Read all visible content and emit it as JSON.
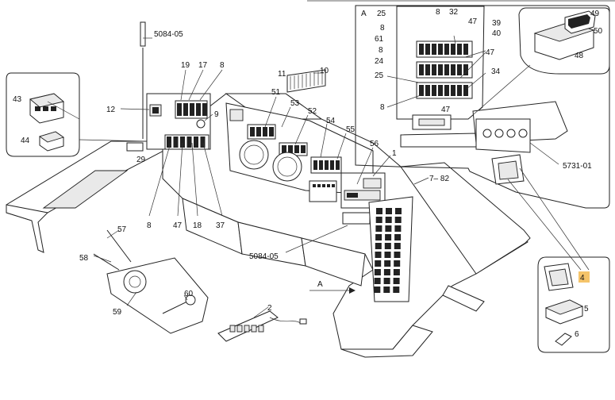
{
  "diagram": {
    "highlight_color": "#f5c46a",
    "callouts": {
      "c5084_top": "5084-05",
      "c12": "12",
      "c19": "19",
      "c17": "17",
      "c8_a": "8",
      "c9": "9",
      "c29": "29",
      "c43": "43",
      "c44": "44",
      "c8_b": "8",
      "c47_a": "47",
      "c18": "18",
      "c37": "37",
      "c11": "11",
      "c10": "10",
      "c51": "51",
      "c53": "53",
      "c52": "52",
      "c54": "54",
      "c55": "55",
      "c56": "56",
      "c1": "1",
      "c7_82": "7– 82",
      "c5084_mid": "5084-05",
      "c57": "57",
      "c58": "58",
      "c59": "59",
      "c60": "60",
      "c2": "2",
      "cA_arrow": "A",
      "cA_box": "A",
      "c25_a": "25",
      "c8_c": "8",
      "c32": "32",
      "c47_b": "47",
      "c39": "39",
      "c40": "40",
      "c61": "61",
      "c8_d": "8",
      "c24": "24",
      "c47_c": "47",
      "c25_b": "25",
      "c34": "34",
      "c8_e": "8",
      "c47_d": "47",
      "c49": "49",
      "c50": "50",
      "c48": "48",
      "c5731": "5731-01",
      "c4": "4",
      "c5": "5",
      "c6": "6"
    }
  }
}
